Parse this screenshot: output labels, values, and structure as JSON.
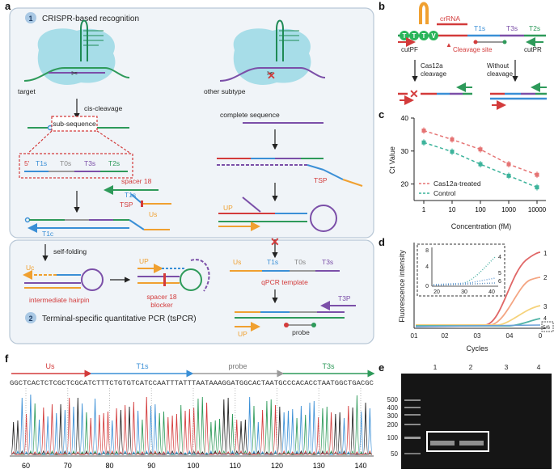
{
  "panels": {
    "a": "a",
    "b": "b",
    "c": "c",
    "d": "d",
    "e": "e",
    "f": "f"
  },
  "panel_a": {
    "step1_number": "1",
    "step1_title": "CRISPR-based recognition",
    "step2_number": "2",
    "step2_title": "Terminal-specific quantitative PCR (tsPCR)",
    "target": "target",
    "other_subtype": "other subtype",
    "cis_cleavage": "cis-cleavage",
    "sub_sequence": "sub-sequence",
    "complete_sequence": "complete sequence",
    "five_prime": "5'",
    "T1s": "T1s",
    "T0s": "T0s",
    "T3s": "T3s",
    "T2s": "T2s",
    "T1c": "T1c",
    "spacer18": "spacer 18",
    "TSP": "TSP",
    "Us": "Us",
    "UP": "UP",
    "Uc": "Uc",
    "self_folding": "self-folding",
    "intermediate_hairpin": "intermediate hairpin",
    "spacer18_blocker_1": "spacer 18",
    "spacer18_blocker_2": "blocker",
    "qpcr_template": "qPCR template",
    "T3P": "T3P",
    "probe": "probe"
  },
  "panel_b": {
    "TTTV": [
      "T",
      "T",
      "T",
      "V"
    ],
    "crRNA": "crRNA",
    "T1s": "T1s",
    "T3s": "T3s",
    "T2s": "T2s",
    "cutPF": "cutPF",
    "cleavage_site": "Cleavage site",
    "cutPR": "cutPR",
    "cas12a_cleavage_1": "Cas12a",
    "cas12a_cleavage_2": "cleavage",
    "without_cleavage_1": "Without",
    "without_cleavage_2": "cleavage"
  },
  "colors": {
    "green": "#2e9a5a",
    "red": "#d33b3b",
    "blue": "#3a8fd6",
    "purple": "#7b4fa8",
    "orange": "#f0a030",
    "grey": "#9a9a9a",
    "cyan_bg": "#a7dde8"
  },
  "chart_data": [
    {
      "type": "scatter",
      "panel": "c",
      "ylabel": "Ct Value",
      "xlabel": "Concentration (fM)",
      "xscale": "log",
      "x": [
        1,
        10,
        100,
        1000,
        10000
      ],
      "xticklabels": [
        "1",
        "10",
        "100",
        "1000",
        "10000"
      ],
      "ylim": [
        15,
        40
      ],
      "yticks": [
        20,
        30,
        40
      ],
      "legend": "bottom-left",
      "series": [
        {
          "name": "Cas12a-treated",
          "color": "#e57373",
          "values": [
            36.2,
            33.5,
            30.5,
            26.0,
            22.8
          ]
        },
        {
          "name": "Control",
          "color": "#3cb39b",
          "values": [
            32.6,
            29.8,
            26.0,
            22.5,
            19.0
          ]
        }
      ]
    },
    {
      "type": "line",
      "panel": "d",
      "ylabel": "Fluorescence intensity",
      "xlabel": "Cycles",
      "xticklabels": [
        "01",
        "02",
        "03",
        "04",
        "0"
      ],
      "curve_labels": [
        "1",
        "2",
        "3",
        "4",
        "5/6"
      ],
      "inset": {
        "xticklabels": [
          "20",
          "30",
          "40"
        ],
        "yticklabels": [
          "8",
          "4",
          "0"
        ],
        "labels": [
          "4",
          "5",
          "6"
        ]
      }
    }
  ],
  "panel_e": {
    "lanes": [
      "1",
      "2",
      "3",
      "4"
    ],
    "ladder": [
      "500",
      "400",
      "300",
      "200",
      "100",
      "50"
    ]
  },
  "panel_f": {
    "regions": [
      "Us",
      "T1s",
      "probe",
      "T3s"
    ],
    "sequence": "GGCTCACTCTCGCTCGCATCTTTCTGTGTCATCCAATTTATTTAATAAAGGATGGCACTAATGCCCACACCTAATGGCTGACGC",
    "xticks": [
      "60",
      "70",
      "80",
      "90",
      "100",
      "110",
      "120",
      "130",
      "140"
    ]
  }
}
